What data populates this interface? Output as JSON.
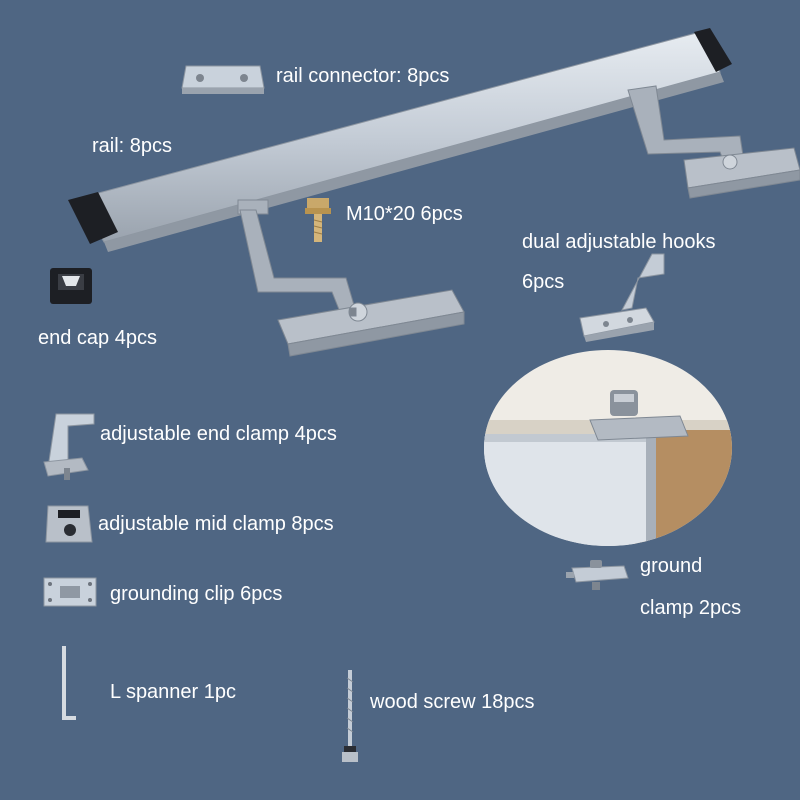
{
  "colors": {
    "background": "#4f6683",
    "label_text": "#ffffff",
    "aluminium": "#c9d2dc",
    "steel": "#aab2bc",
    "cap": "#1d1f24"
  },
  "labels": {
    "rail_connector": "rail connector: 8pcs",
    "rail": "rail: 8pcs",
    "bolt": "M10*20 6pcs",
    "hooks_line1": "dual adjustable hooks",
    "hooks_line2": "6pcs",
    "end_cap": "end cap 4pcs",
    "end_clamp": "adjustable end clamp 4pcs",
    "mid_clamp": "adjustable mid clamp 8pcs",
    "grounding_clip": "grounding clip 6pcs",
    "ground_clamp_line1": "ground",
    "ground_clamp_line2": "clamp 2pcs",
    "spanner": "L spanner 1pc",
    "wood_screw": "wood screw 18pcs"
  },
  "icons": [
    "rail-icon",
    "rail-connector-icon",
    "bolt-icon",
    "roof-hook-icon",
    "end-cap-icon",
    "end-clamp-icon",
    "mid-clamp-icon",
    "grounding-clip-icon",
    "ground-clamp-icon",
    "l-spanner-icon",
    "wood-screw-icon"
  ]
}
